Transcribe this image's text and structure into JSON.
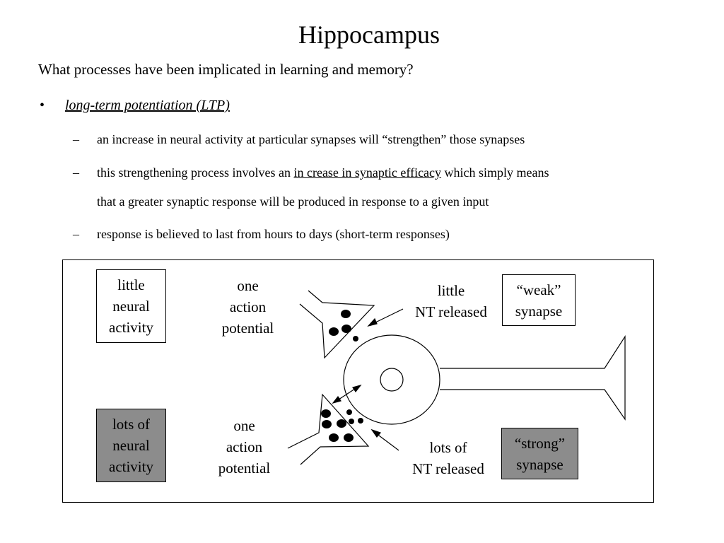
{
  "slide": {
    "title": "Hippocampus",
    "question": "What processes have been implicated in learning and memory?",
    "bullet_marker": "•",
    "bullet": "long-term potentiation (LTP)",
    "dash": "–",
    "subs": [
      "an increase in neural activity at particular synapses will “strengthen” those synapses",
      "this strengthening process involves an ",
      "in crease in synaptic efficacy",
      " which simply means",
      "that a  greater synaptic response will be produced in response to a given input",
      "response is believed to last from hours to days (short-term responses)"
    ]
  },
  "diagram": {
    "top_activity": "little\nneural\nactivity",
    "top_ap": "one\naction\npotential",
    "top_nt": "little\nNT released",
    "top_synapse": "“weak”\nsynapse",
    "bottom_activity": "lots of\nneural\nactivity",
    "bottom_ap": "one\naction\npotential",
    "bottom_nt": "lots of\nNT released",
    "bottom_synapse": "“strong”\nsynapse",
    "gray_fill": "#8c8c8c"
  }
}
